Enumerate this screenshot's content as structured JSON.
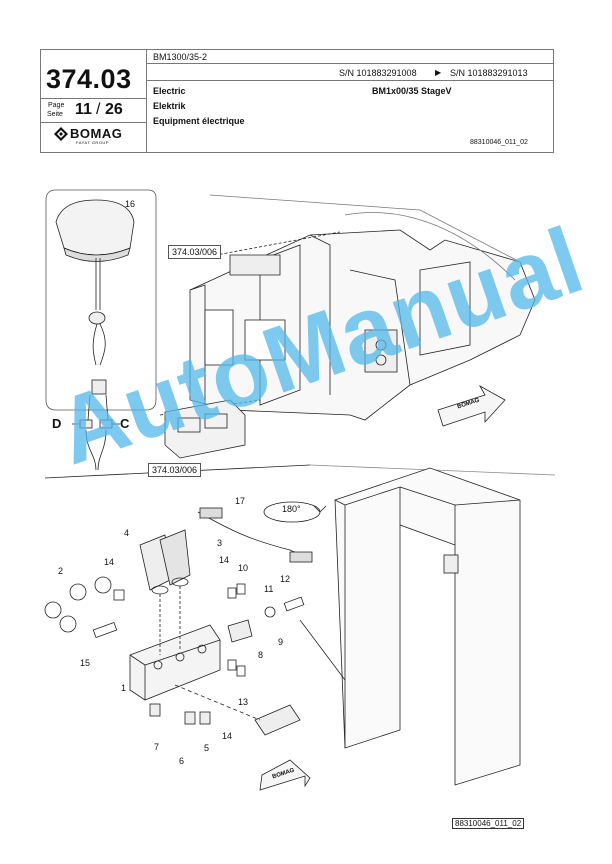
{
  "header": {
    "model": "BM1300/35-2",
    "page_number": "374.03",
    "page_label_en": "Page",
    "page_label_de": "Seite",
    "page_current": "11",
    "page_sep": "/",
    "page_total": "26",
    "brand": "BOMAG",
    "brand_sub": "FAYAT GROUP",
    "sn_from": "S/N 101883291008",
    "arrow": "▶",
    "sn_to": "S/N 101883291013",
    "title_en": "Electric",
    "title_de": "Elektrik",
    "title_fr": "Equipment électrique",
    "variant": "BM1x00/35 StageV",
    "drawing_ref": "88310046_011_02"
  },
  "diagram": {
    "ref_top": "374.03/006",
    "ref_bottom": "374.03/006",
    "angle": "180°",
    "letter_d": "D",
    "letter_c": "C",
    "parts": [
      "1",
      "2",
      "3",
      "4",
      "5",
      "6",
      "7",
      "8",
      "9",
      "10",
      "11",
      "12",
      "13",
      "14",
      "14",
      "14",
      "15",
      "16",
      "17"
    ],
    "brand_arrow": "BOMAG"
  },
  "footer": {
    "drawing_id": "88310046_011_02"
  },
  "watermark": "AutoManual"
}
